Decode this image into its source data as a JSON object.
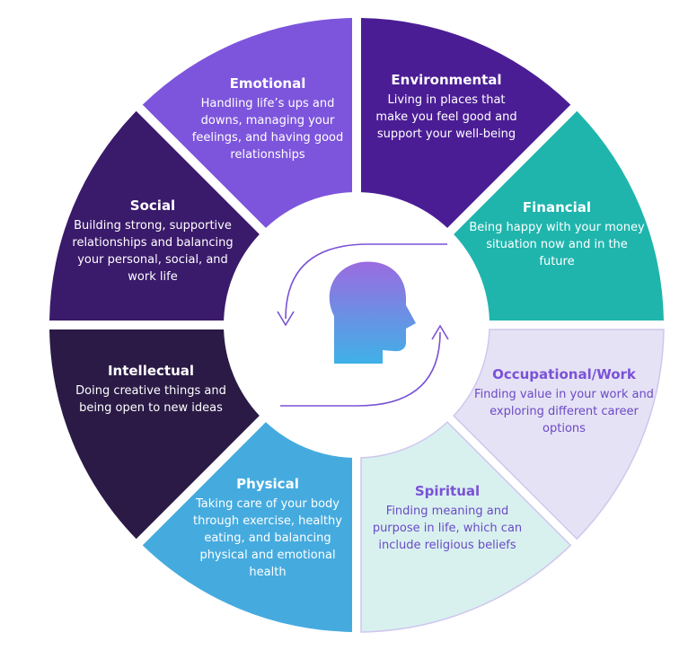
{
  "segments": [
    {
      "title": "Environmental",
      "description": "Living in places that make you feel good and support your well-being",
      "color": "#4b1d95",
      "text_color": "light"
    },
    {
      "title": "Financial",
      "description": "Being happy with your money situation now and in the future",
      "color": "#1fb5ad",
      "text_color": "light"
    },
    {
      "title": "Occupational/Work",
      "description": "Finding value in your work and exploring different career options",
      "color": "#e6e2f5",
      "text_color": "dark"
    },
    {
      "title": "Spiritual",
      "description": "Finding meaning and purpose in life, which can include religious beliefs",
      "color": "#d8f1ef",
      "text_color": "dark"
    },
    {
      "title": "Physical",
      "description": "Taking care of your body through exercise, healthy eating, and balancing physical and emotional health",
      "color": "#45abdf",
      "text_color": "light"
    },
    {
      "title": "Intellectual",
      "description": "Doing creative things and being open to new ideas",
      "color": "#2a1a45",
      "text_color": "light"
    },
    {
      "title": "Social",
      "description": "Building strong, supportive relationships and balancing your personal, social, and work life",
      "color": "#3a1a6b",
      "text_color": "light"
    },
    {
      "title": "Emotional",
      "description": "Handling life’s ups and downs, managing your feelings, and having good relationships",
      "color": "#7d55dc",
      "text_color": "light"
    }
  ],
  "center": {
    "icon": "head-profile-icon",
    "arrows": "cycle-arrows"
  },
  "colors": {
    "head_gradient_top": "#9b6be0",
    "head_gradient_bottom": "#3fb1e8",
    "arrow": "#7a52d6"
  }
}
